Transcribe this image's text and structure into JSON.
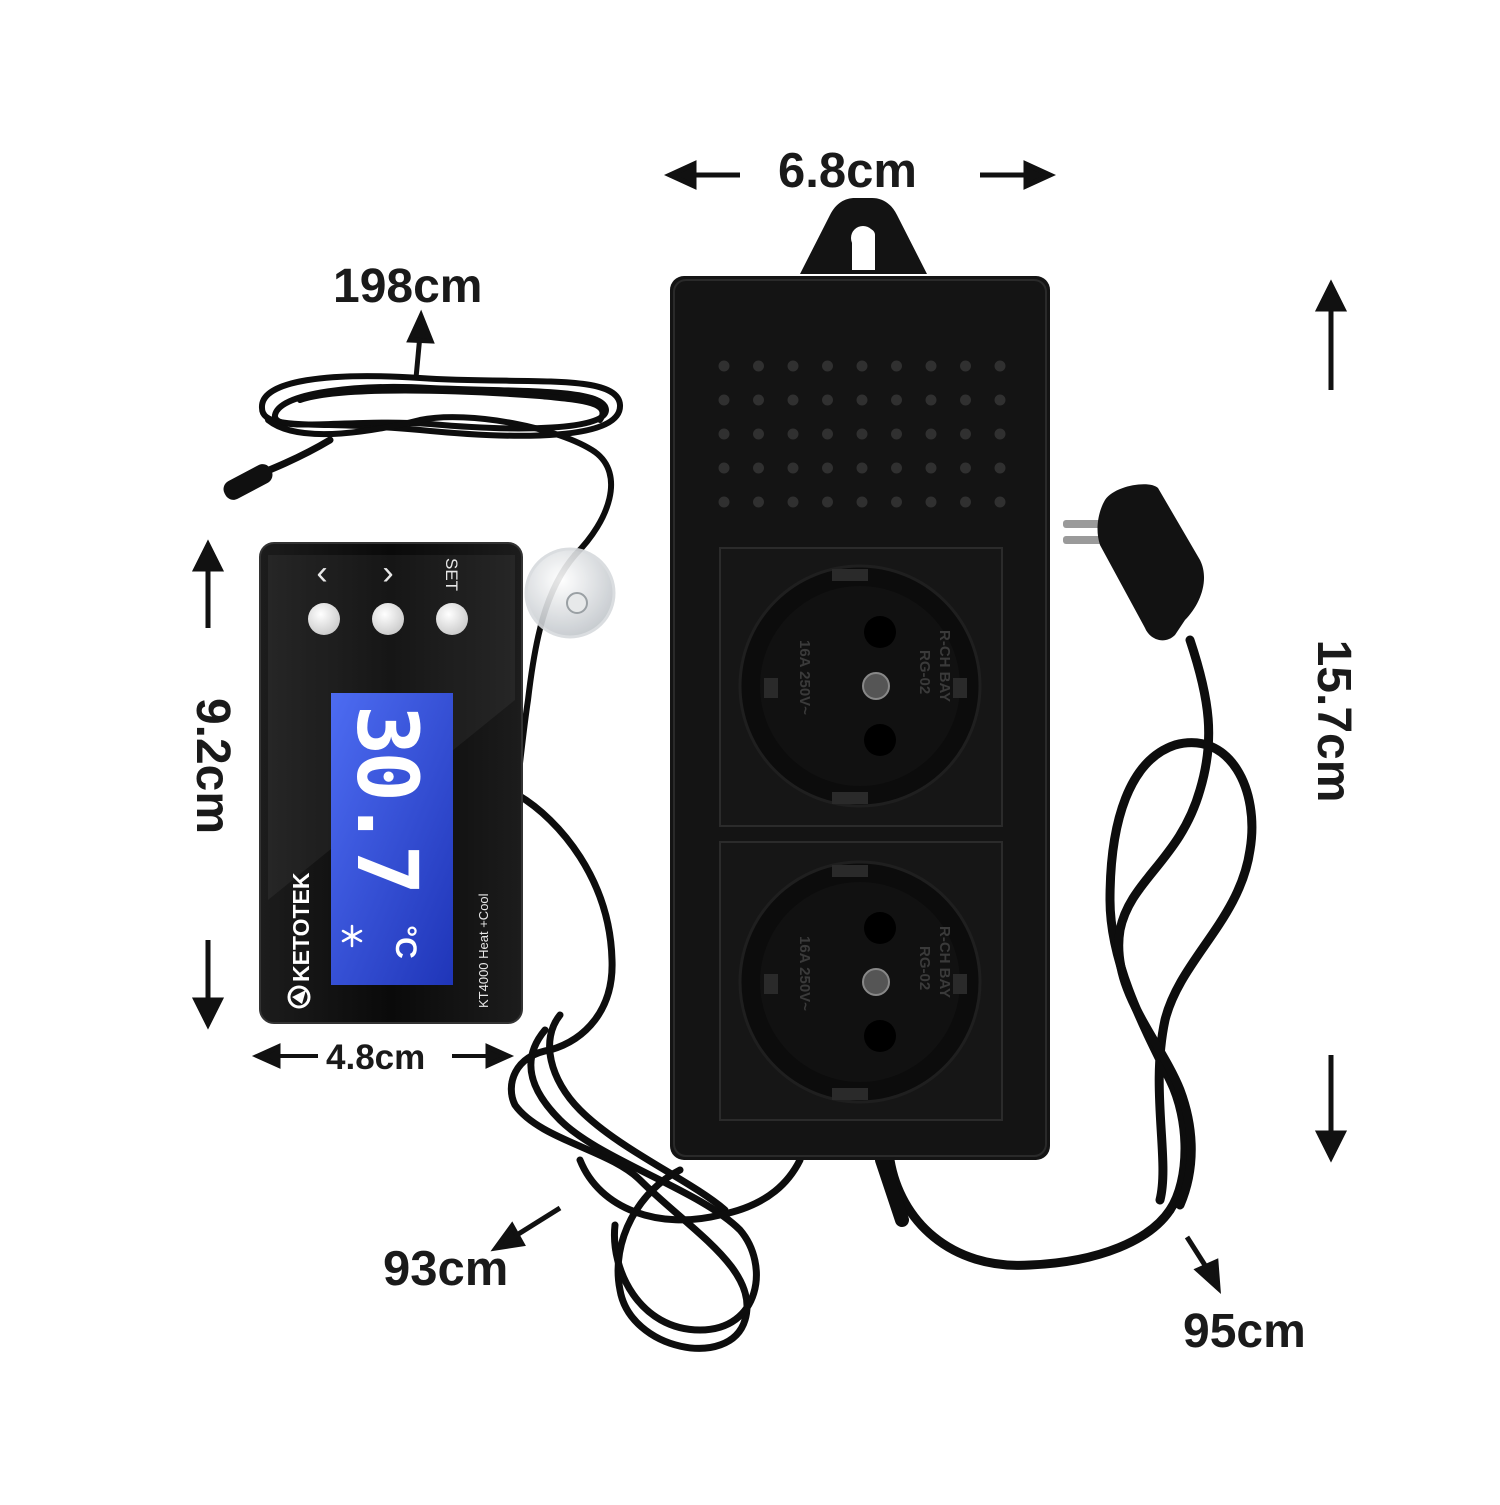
{
  "dimensions": {
    "socket_width": "6.8cm",
    "sensor_cable": "198cm",
    "socket_height": "15.7cm",
    "controller_height": "9.2cm",
    "controller_width": "4.8cm",
    "controller_cable": "93cm",
    "plug_cable": "95cm"
  },
  "controller": {
    "button_left_symbol": "‹",
    "button_right_symbol": "›",
    "button_set_label": "SET",
    "temperature": "30.7",
    "unit": "°C",
    "mode_icon": "snowflake-icon",
    "brand": "KETOTEK",
    "model": "KT4000 Heat +Cool"
  },
  "socket_box": {
    "outlet_text_1": "R-CH BAY",
    "outlet_text_2": "RG-02",
    "outlet_text_3": "16A 250V~",
    "outlet_count": 2
  },
  "colors": {
    "lcd_blue": "#2a48d8",
    "device_black": "#111111"
  }
}
